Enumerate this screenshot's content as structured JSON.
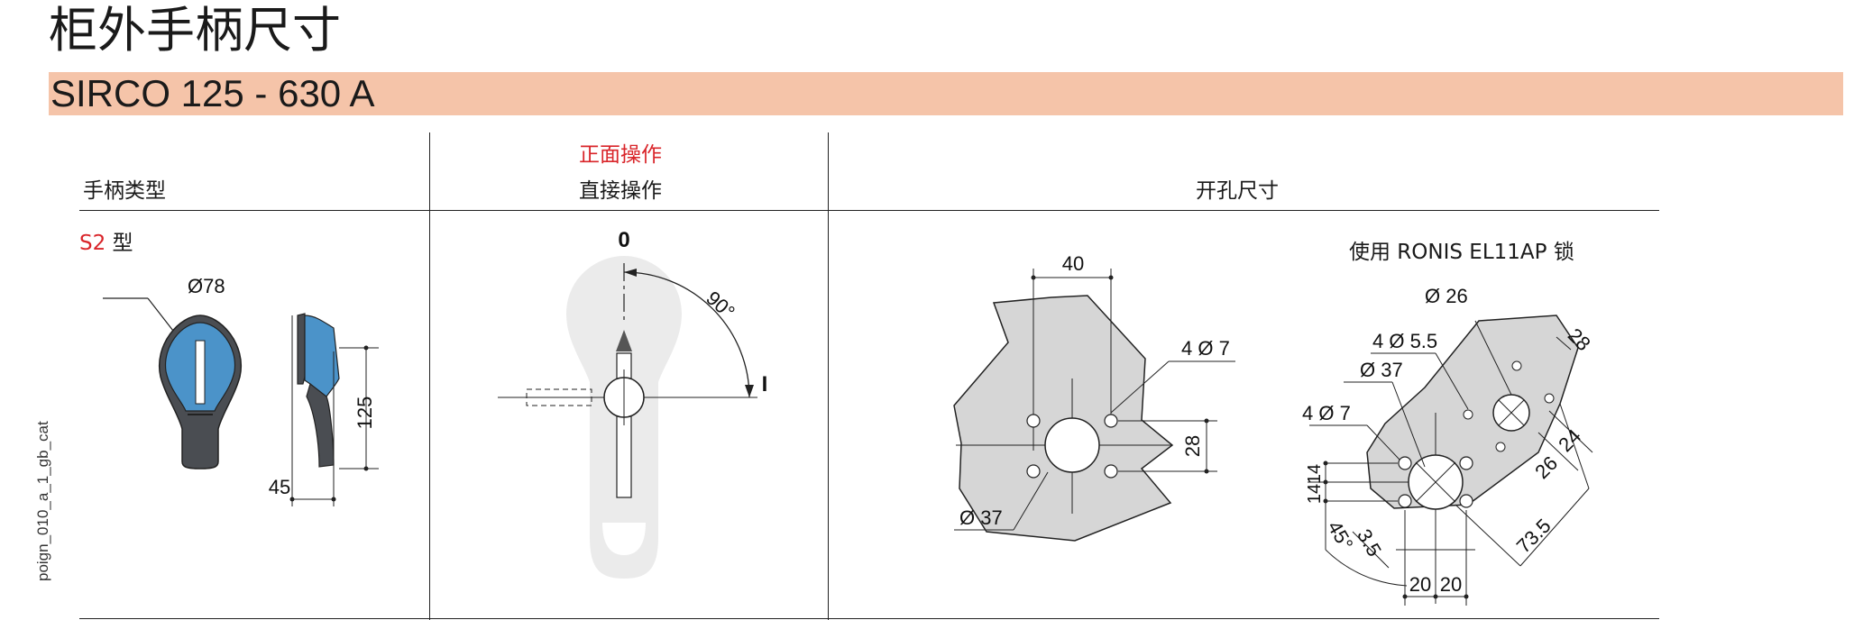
{
  "page": {
    "title": "柜外手柄尺寸",
    "subtitle": "SIRCO 125 - 630 A",
    "side_code": "poign_010_a_1_gb_cat"
  },
  "columns": {
    "handle_type": "手柄类型",
    "front_operation": "正面操作",
    "direct_operation": "直接操作",
    "cutout": "开孔尺寸"
  },
  "handle": {
    "type_code": "S2",
    "type_suffix": "型",
    "diameter": "Ø78",
    "height": "125",
    "width": "45"
  },
  "operation": {
    "pos_off": "0",
    "pos_on": "I",
    "angle": "90°"
  },
  "cutout_left": {
    "dim_top": "40",
    "holes": "4 Ø 7",
    "dim_right": "28",
    "center": "Ø 37"
  },
  "cutout_right": {
    "caption": "使用 RONIS EL11AP 锁",
    "lock_hole": "Ø 26",
    "small_holes": "4 Ø 5.5",
    "center": "Ø 37",
    "holes": "4 Ø 7",
    "dim_28": "28",
    "dim_24": "24",
    "dim_26": "26",
    "dim_735": "73.5",
    "dim_14a": "14",
    "dim_14b": "14",
    "angle": "45°",
    "dim_35": "3.5",
    "dim_20a": "20",
    "dim_20b": "20"
  },
  "colors": {
    "band": "#f5c4a9",
    "accent_red": "#d9252a",
    "handle_blue": "#4b93c9",
    "handle_dark": "#4a4d52",
    "plate_grey": "#d6d6d6"
  }
}
